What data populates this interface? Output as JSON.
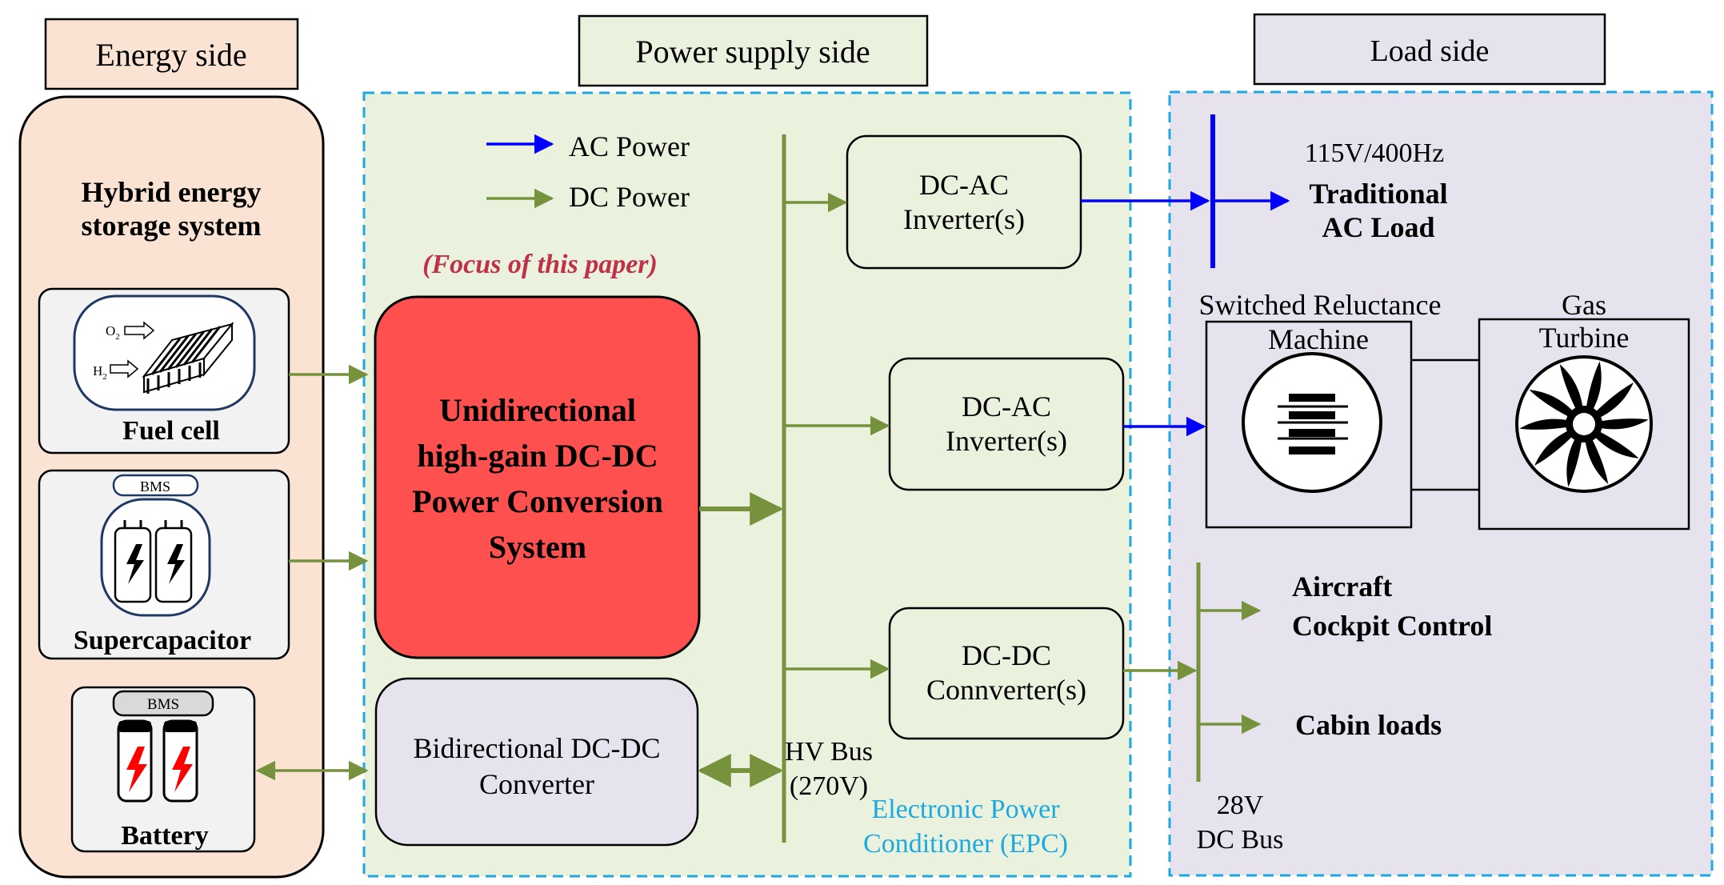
{
  "headers": {
    "energy": "Energy side",
    "power": "Power supply side",
    "load": "Load side"
  },
  "energy_side": {
    "hess_title_line1": "Hybrid energy",
    "hess_title_line2": "storage system",
    "fuel_cell": "Fuel cell",
    "o2": "O",
    "o2_sub": "2",
    "h2": "H",
    "h2_sub": "2",
    "supercap": "Supercapacitor",
    "bms1": "BMS",
    "battery": "Battery",
    "bms2": "BMS"
  },
  "power_side": {
    "legend_ac": "AC Power",
    "legend_dc": "DC Power",
    "focus": "(Focus of this paper)",
    "uni_line1": "Unidirectional",
    "uni_line2": "high-gain DC-DC",
    "uni_line3": "Power Conversion",
    "uni_line4": "System",
    "bi_line1": "Bidirectional DC-DC",
    "bi_line2": "Converter",
    "hv_bus_line1": "HV Bus",
    "hv_bus_line2": "(270V)",
    "inv1_line1": "DC-AC",
    "inv1_line2": "Inverter(s)",
    "inv2_line1": "DC-AC",
    "inv2_line2": "Inverter(s)",
    "dcdc_line1": "DC-DC",
    "dcdc_line2": "Connverter(s)",
    "epc_line1": "Electronic Power",
    "epc_line2": "Conditioner (EPC)"
  },
  "load_side": {
    "ac_rating": "115V/400Hz",
    "ac_load_line1": "Traditional",
    "ac_load_line2": "AC Load",
    "srm_line1": "Switched Reluctance",
    "srm_line2": "Machine",
    "gas_line1": "Gas",
    "gas_line2": "Turbine",
    "cockpit_line1": "Aircraft",
    "cockpit_line2": "Cockpit Control",
    "cabin": "Cabin loads",
    "dc_bus_line1": "28V",
    "dc_bus_line2": "DC Bus"
  },
  "colors": {
    "green_arrow": "#76923c",
    "blue_arrow": "#0000ff",
    "focus_red": "#c0304a",
    "epc_cyan": "#1ca9e0",
    "energy_fill": "#fbe3d4",
    "power_fill": "#eaf1dd",
    "load_fill": "#e6e3ee",
    "uni_fill": "#ff5050"
  }
}
